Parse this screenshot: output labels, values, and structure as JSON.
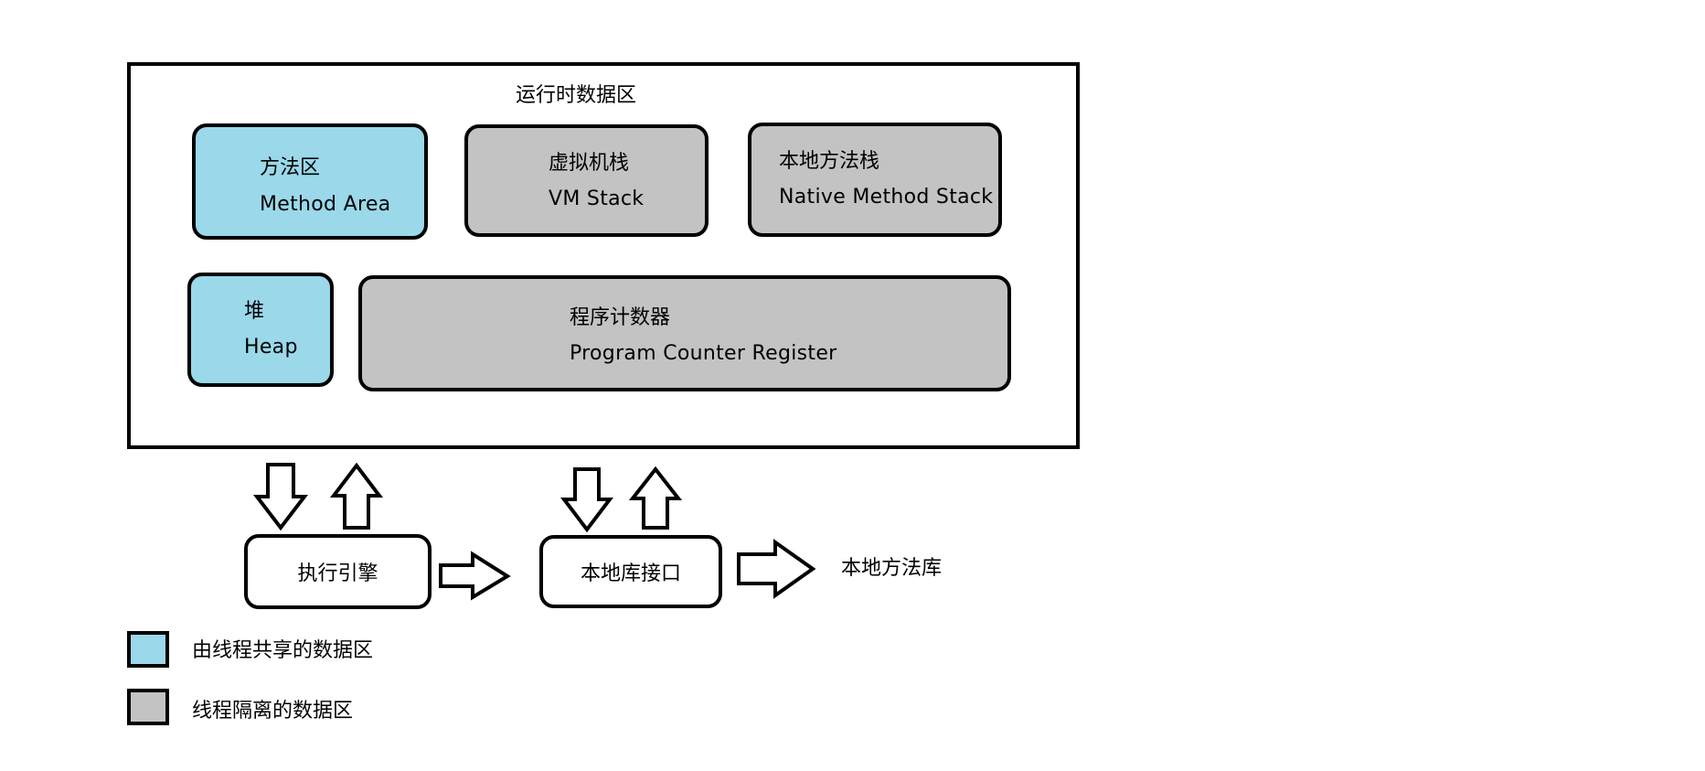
{
  "colors": {
    "shared": "#9ad8ea",
    "isolated": "#c3c3c3"
  },
  "runtime": {
    "title": "运行时数据区"
  },
  "regions": {
    "method_area": {
      "cn": "方法区",
      "en": "Method Area",
      "category": "shared"
    },
    "vm_stack": {
      "cn": "虚拟机栈",
      "en": "VM Stack",
      "category": "isolated"
    },
    "native_method_stack": {
      "cn": "本地方法栈",
      "en": "Native Method Stack",
      "category": "isolated"
    },
    "heap": {
      "cn": "堆",
      "en": "Heap",
      "category": "shared"
    },
    "program_counter": {
      "cn": "程序计数器",
      "en": "Program Counter Register",
      "category": "isolated"
    }
  },
  "components": {
    "execution_engine": "执行引擎",
    "native_interface": "本地库接口",
    "native_library": "本地方法库"
  },
  "legend": {
    "shared": "由线程共享的数据区",
    "isolated": "线程隔离的数据区"
  }
}
